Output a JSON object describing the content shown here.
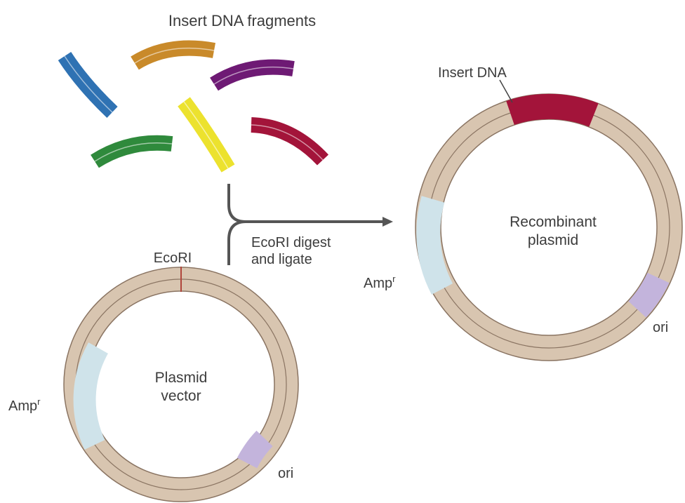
{
  "title": "Insert DNA fragments",
  "labels": {
    "ecori": "EcoRI",
    "step_line1": "EcoRI digest",
    "step_line2": "and ligate",
    "insert_dna": "Insert DNA",
    "vector_line1": "Plasmid",
    "vector_line2": "vector",
    "recombinant_line1": "Recombinant",
    "recombinant_line2": "plasmid",
    "amp_left": "Amp",
    "amp_right": "Amp",
    "amp_superscript": "r",
    "ori_left": "ori",
    "ori_right": "ori"
  },
  "colors": {
    "backbone": "#d8c5b0",
    "backbone_edge": "#8a7462",
    "amp_region": "#cfe3ea",
    "ori_region": "#c3b4dc",
    "insert": "#a3143a",
    "fragment_blue": "#2f72b3",
    "fragment_orange": "#c98a2a",
    "fragment_purple": "#6e1a74",
    "fragment_green": "#2f8a3c",
    "fragment_yellow": "#ece22e",
    "fragment_red": "#a3143a",
    "arrow": "#555555"
  }
}
